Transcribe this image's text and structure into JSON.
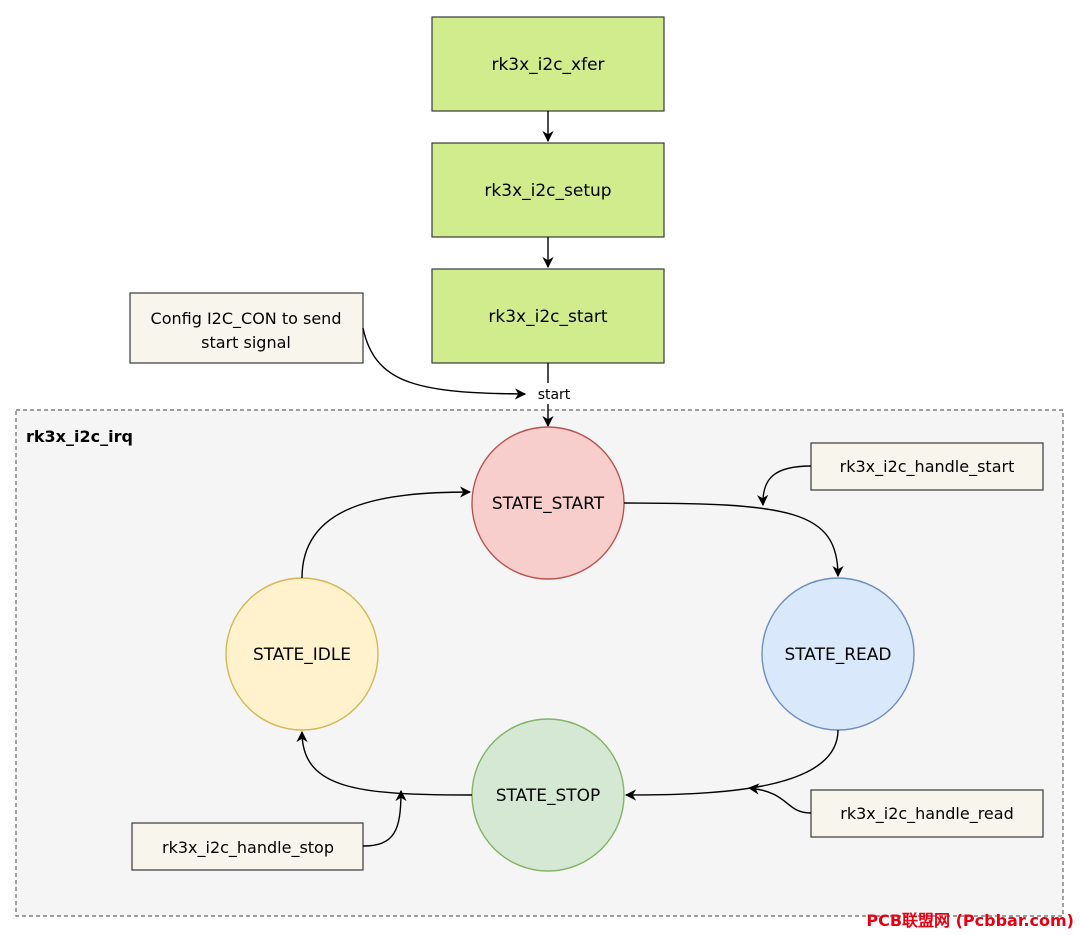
{
  "colors": {
    "process_fill": "#d1ec8d",
    "process_stroke": "#36393d",
    "note_fill": "#f8f6ec",
    "note_stroke": "#36393d",
    "group_fill": "#f5f5f5",
    "group_stroke": "#666666",
    "start_fill": "#f8cecc",
    "start_stroke": "#b85450",
    "read_fill": "#dae8fc",
    "read_stroke": "#6c8ebf",
    "stop_fill": "#d5e8d4",
    "stop_stroke": "#82b366",
    "idle_fill": "#fff2cc",
    "idle_stroke": "#d6b656",
    "watermark": "#e60012"
  },
  "process": {
    "xfer": "rk3x_i2c_xfer",
    "setup": "rk3x_i2c_setup",
    "start": "rk3x_i2c_start"
  },
  "notes": {
    "config_line1": "Config I2C_CON to send",
    "config_line2": "start signal",
    "handle_start": "rk3x_i2c_handle_start",
    "handle_read": "rk3x_i2c_handle_read",
    "handle_stop": "rk3x_i2c_handle_stop"
  },
  "edge_labels": {
    "start": "start"
  },
  "group": {
    "title": "rk3x_i2c_irq"
  },
  "states": {
    "start": "STATE_START",
    "read": "STATE_READ",
    "stop": "STATE_STOP",
    "idle": "STATE_IDLE"
  },
  "watermark": "PCB联盟网 (Pcbbar.com)"
}
